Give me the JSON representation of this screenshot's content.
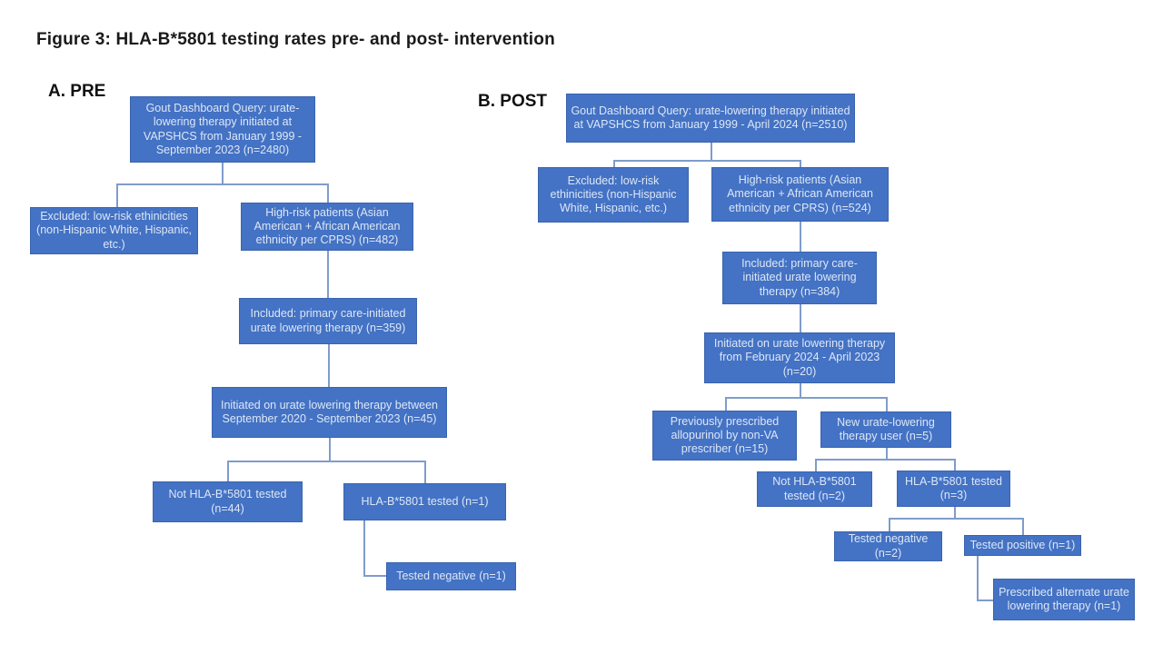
{
  "figure": {
    "title": "Figure 3: HLA-B*5801 testing rates pre- and post- intervention"
  },
  "colors": {
    "node_fill": "#4472C4",
    "node_border": "#3B64AE",
    "node_text": "#DCE7F6",
    "connector": "#7F9CCB",
    "title_text": "#1a1a1a"
  },
  "panels": {
    "pre": {
      "label": "A. PRE",
      "nodes": {
        "query": "Gout Dashboard Query: urate-lowering therapy initiated at VAPSHCS from January 1999 - September 2023 (n=2480)",
        "excluded": "Excluded: low-risk ethinicities (non-Hispanic White, Hispanic, etc.)",
        "high_risk": "High-risk patients (Asian American + African American ethnicity per CPRS) (n=482)",
        "included": "Included: primary care-initiated urate lowering therapy (n=359)",
        "initiated": "Initiated on urate lowering therapy between September 2020 - September 2023 (n=45)",
        "not_tested": "Not HLA-B*5801 tested (n=44)",
        "tested": "HLA-B*5801 tested (n=1)",
        "tested_negative": "Tested negative (n=1)"
      }
    },
    "post": {
      "label": "B. POST",
      "nodes": {
        "query": "Gout Dashboard Query: urate-lowering therapy initiated at VAPSHCS from January 1999 - April 2024 (n=2510)",
        "excluded": "Excluded: low-risk ethinicities (non-Hispanic White, Hispanic, etc.)",
        "high_risk": "High-risk patients (Asian American + African American ethnicity per CPRS) (n=524)",
        "included": "Included: primary care-initiated urate lowering therapy (n=384)",
        "initiated": "Initiated on urate lowering therapy from February 2024 - April 2023 (n=20)",
        "prev_prescribed": "Previously prescribed allopurinol by non-VA prescriber (n=15)",
        "new_user": "New urate-lowering therapy user (n=5)",
        "not_tested": "Not HLA-B*5801 tested (n=2)",
        "tested": "HLA-B*5801 tested (n=3)",
        "tested_negative": "Tested negative (n=2)",
        "tested_positive": "Tested positive (n=1)",
        "alternate": "Prescribed alternate urate lowering therapy (n=1)"
      }
    }
  }
}
